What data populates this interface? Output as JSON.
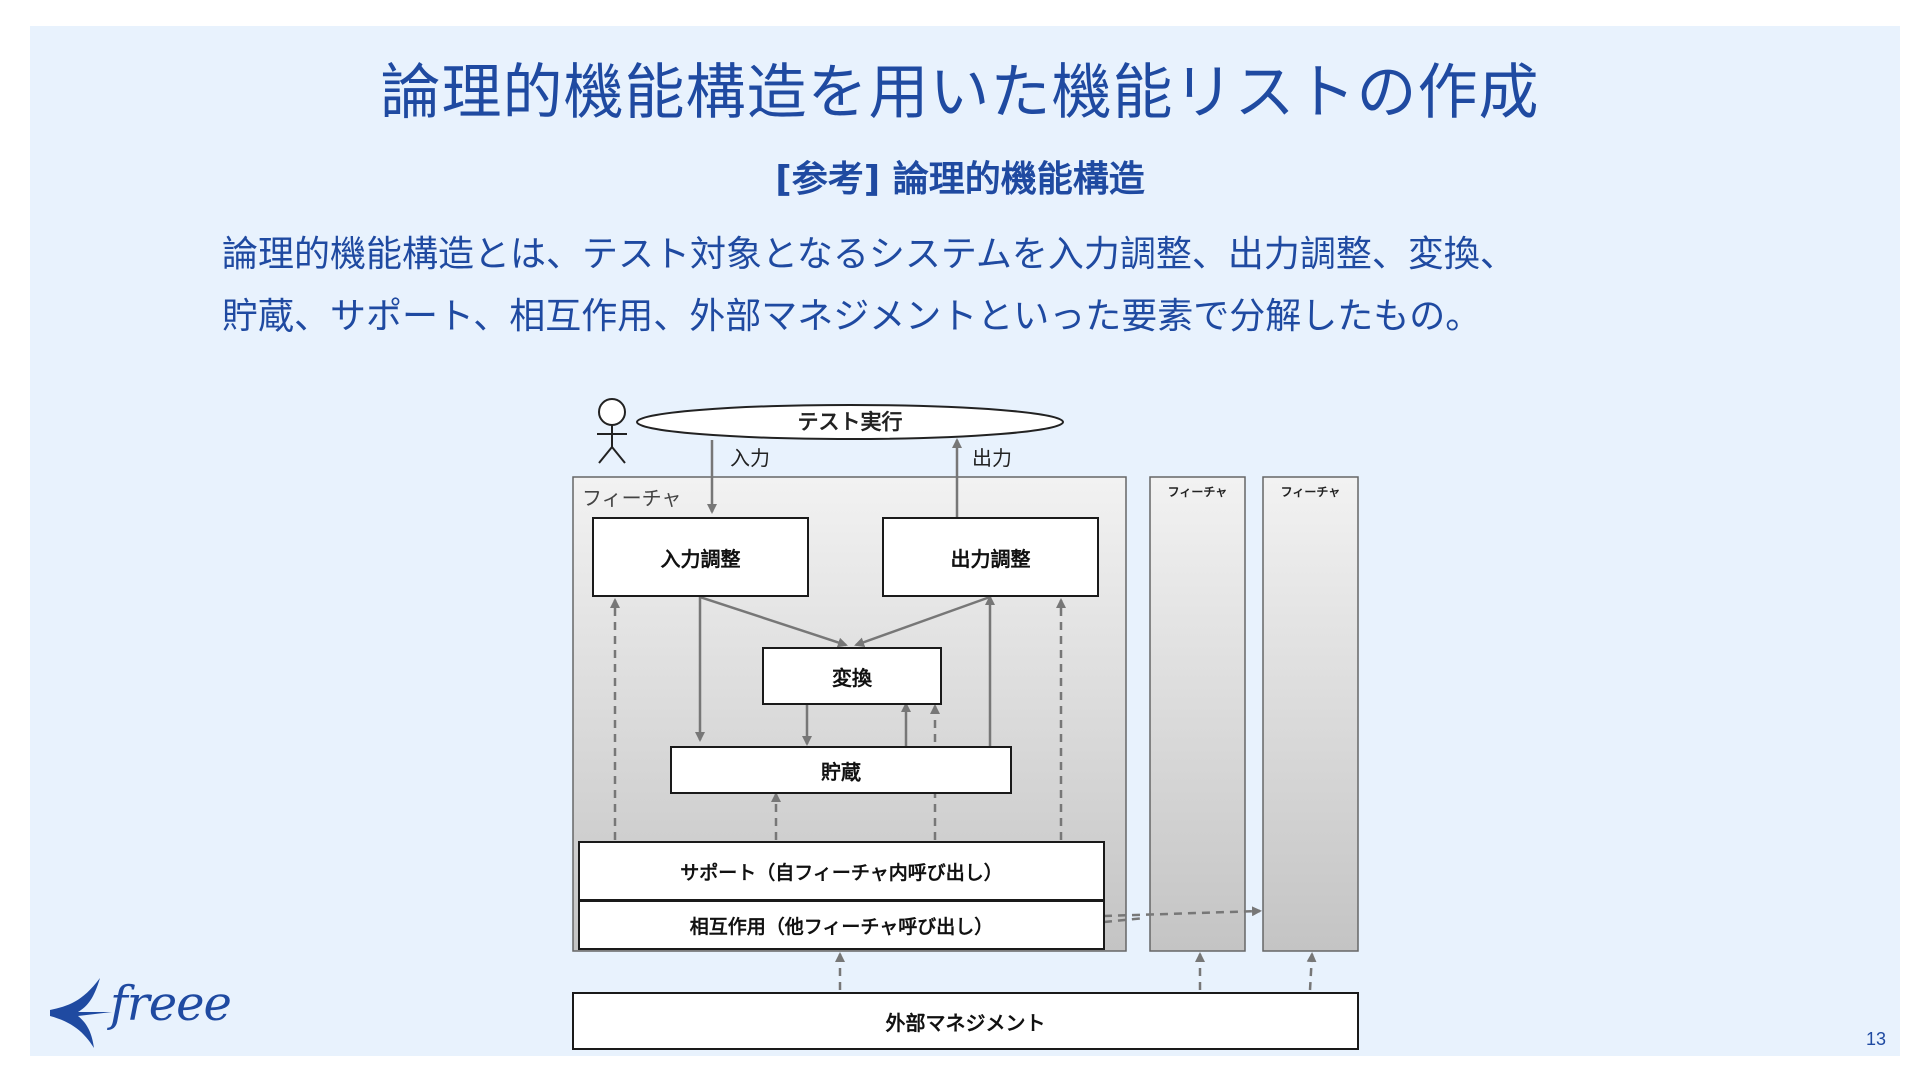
{
  "slide": {
    "title": "論理的機能構造を用いた機能リストの作成",
    "subtitle": "[参考] 論理的機能構造",
    "body_lines": [
      "論理的機能構造とは、テスト対象となるシステムを入力調整、出力調整、変換、",
      "貯蔵、サポート、相互作用、外部マネジメントといった要素で分解したもの。"
    ],
    "page_number": "13"
  },
  "diagram": {
    "test_run": "テスト実行",
    "input_label": "入力",
    "output_label": "出力",
    "feature_main": "フィーチャ",
    "feature_2": "フィーチャ",
    "feature_3": "フィーチャ",
    "input_adjust": "入力調整",
    "output_adjust": "出力調整",
    "transform": "変換",
    "storage": "貯蔵",
    "support": "サポート（自フィーチャ内呼び出し）",
    "interaction": "相互作用（他フィーチャ呼び出し）",
    "external": "外部マネジメント"
  },
  "logo": {
    "text": "freee",
    "color": "#1f4aa1"
  },
  "colors": {
    "accent": "#1f4aa1",
    "background": "#e8f2fd"
  }
}
